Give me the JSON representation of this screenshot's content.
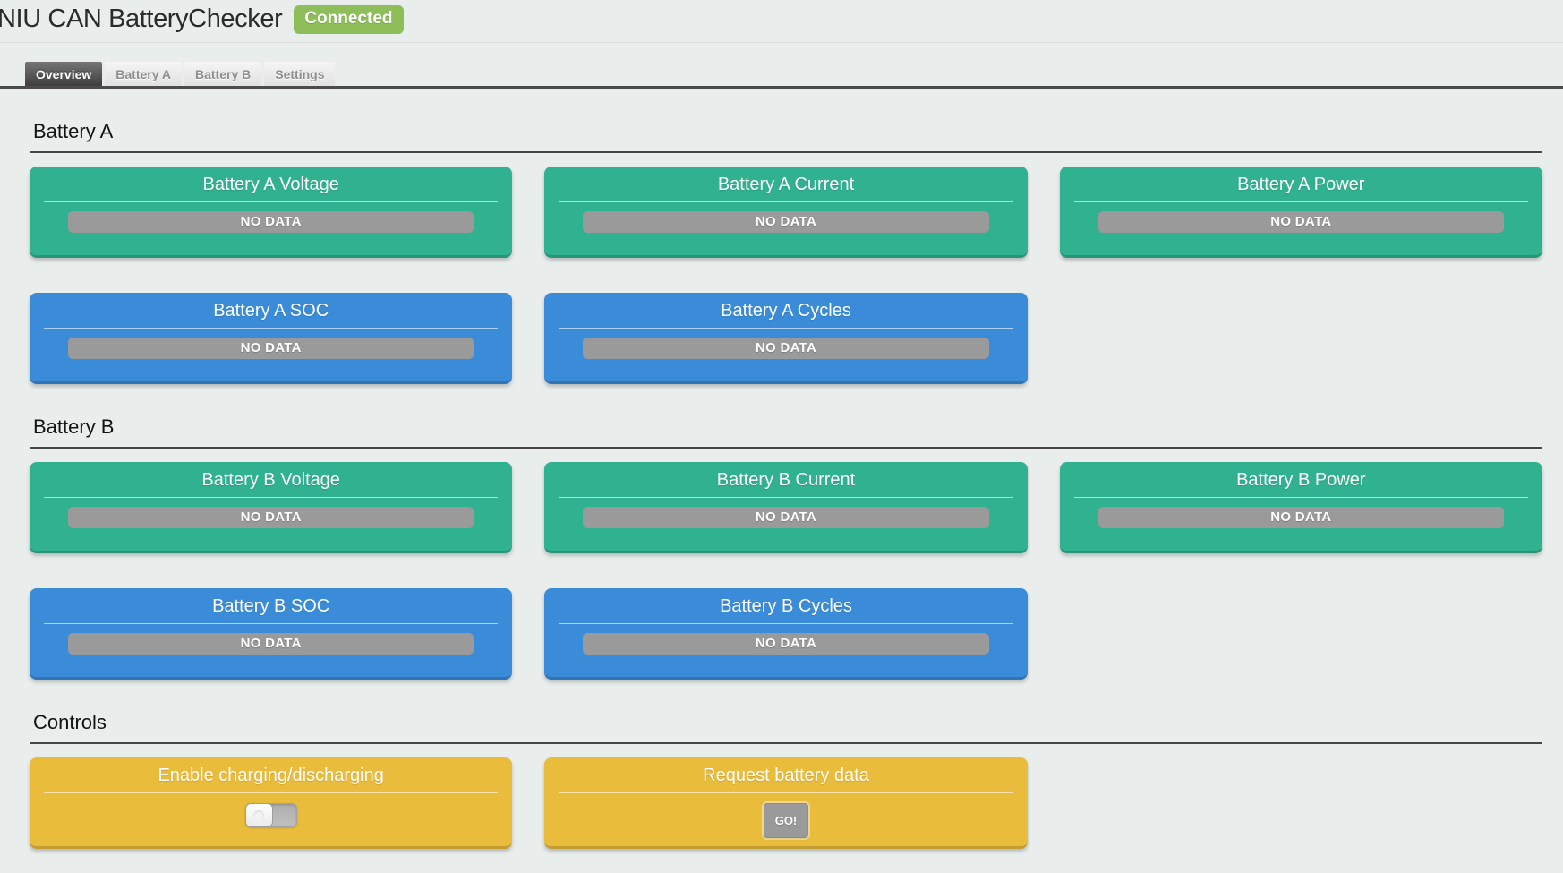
{
  "app": {
    "title": "NIU CAN BatteryChecker",
    "connection_status": "Connected"
  },
  "tabs": [
    {
      "id": "overview",
      "label": "Overview",
      "active": true
    },
    {
      "id": "battery-a",
      "label": "Battery A",
      "active": false
    },
    {
      "id": "battery-b",
      "label": "Battery B",
      "active": false
    },
    {
      "id": "settings",
      "label": "Settings",
      "active": false
    }
  ],
  "sections": [
    {
      "id": "battery-a",
      "heading": "Battery A",
      "cards": [
        {
          "id": "battery-a-voltage",
          "title": "Battery A Voltage",
          "theme": "green",
          "type": "value",
          "value": "NO DATA"
        },
        {
          "id": "battery-a-current",
          "title": "Battery A Current",
          "theme": "green",
          "type": "value",
          "value": "NO DATA"
        },
        {
          "id": "battery-a-power",
          "title": "Battery A Power",
          "theme": "green",
          "type": "value",
          "value": "NO DATA"
        },
        {
          "id": "battery-a-soc",
          "title": "Battery A SOC",
          "theme": "blue",
          "type": "value",
          "value": "NO DATA"
        },
        {
          "id": "battery-a-cycles",
          "title": "Battery A Cycles",
          "theme": "blue",
          "type": "value",
          "value": "NO DATA"
        }
      ]
    },
    {
      "id": "battery-b",
      "heading": "Battery B",
      "cards": [
        {
          "id": "battery-b-voltage",
          "title": "Battery B Voltage",
          "theme": "green",
          "type": "value",
          "value": "NO DATA"
        },
        {
          "id": "battery-b-current",
          "title": "Battery B Current",
          "theme": "green",
          "type": "value",
          "value": "NO DATA"
        },
        {
          "id": "battery-b-power",
          "title": "Battery B Power",
          "theme": "green",
          "type": "value",
          "value": "NO DATA"
        },
        {
          "id": "battery-b-soc",
          "title": "Battery B SOC",
          "theme": "blue",
          "type": "value",
          "value": "NO DATA"
        },
        {
          "id": "battery-b-cycles",
          "title": "Battery B Cycles",
          "theme": "blue",
          "type": "value",
          "value": "NO DATA"
        }
      ]
    },
    {
      "id": "controls",
      "heading": "Controls",
      "cards": [
        {
          "id": "enable-charging",
          "title": "Enable charging/discharging",
          "theme": "yellow",
          "type": "toggle",
          "toggle_state": "off"
        },
        {
          "id": "request-data",
          "title": "Request battery data",
          "theme": "yellow",
          "type": "button",
          "button_label": "GO!"
        }
      ]
    }
  ],
  "colors": {
    "background": "#e9eeec",
    "card_green": "#30b190",
    "card_blue": "#3a8bd8",
    "card_yellow": "#e9bc3b",
    "badge_green": "#8ebe59",
    "no_data_gray": "#9a9a9a"
  }
}
